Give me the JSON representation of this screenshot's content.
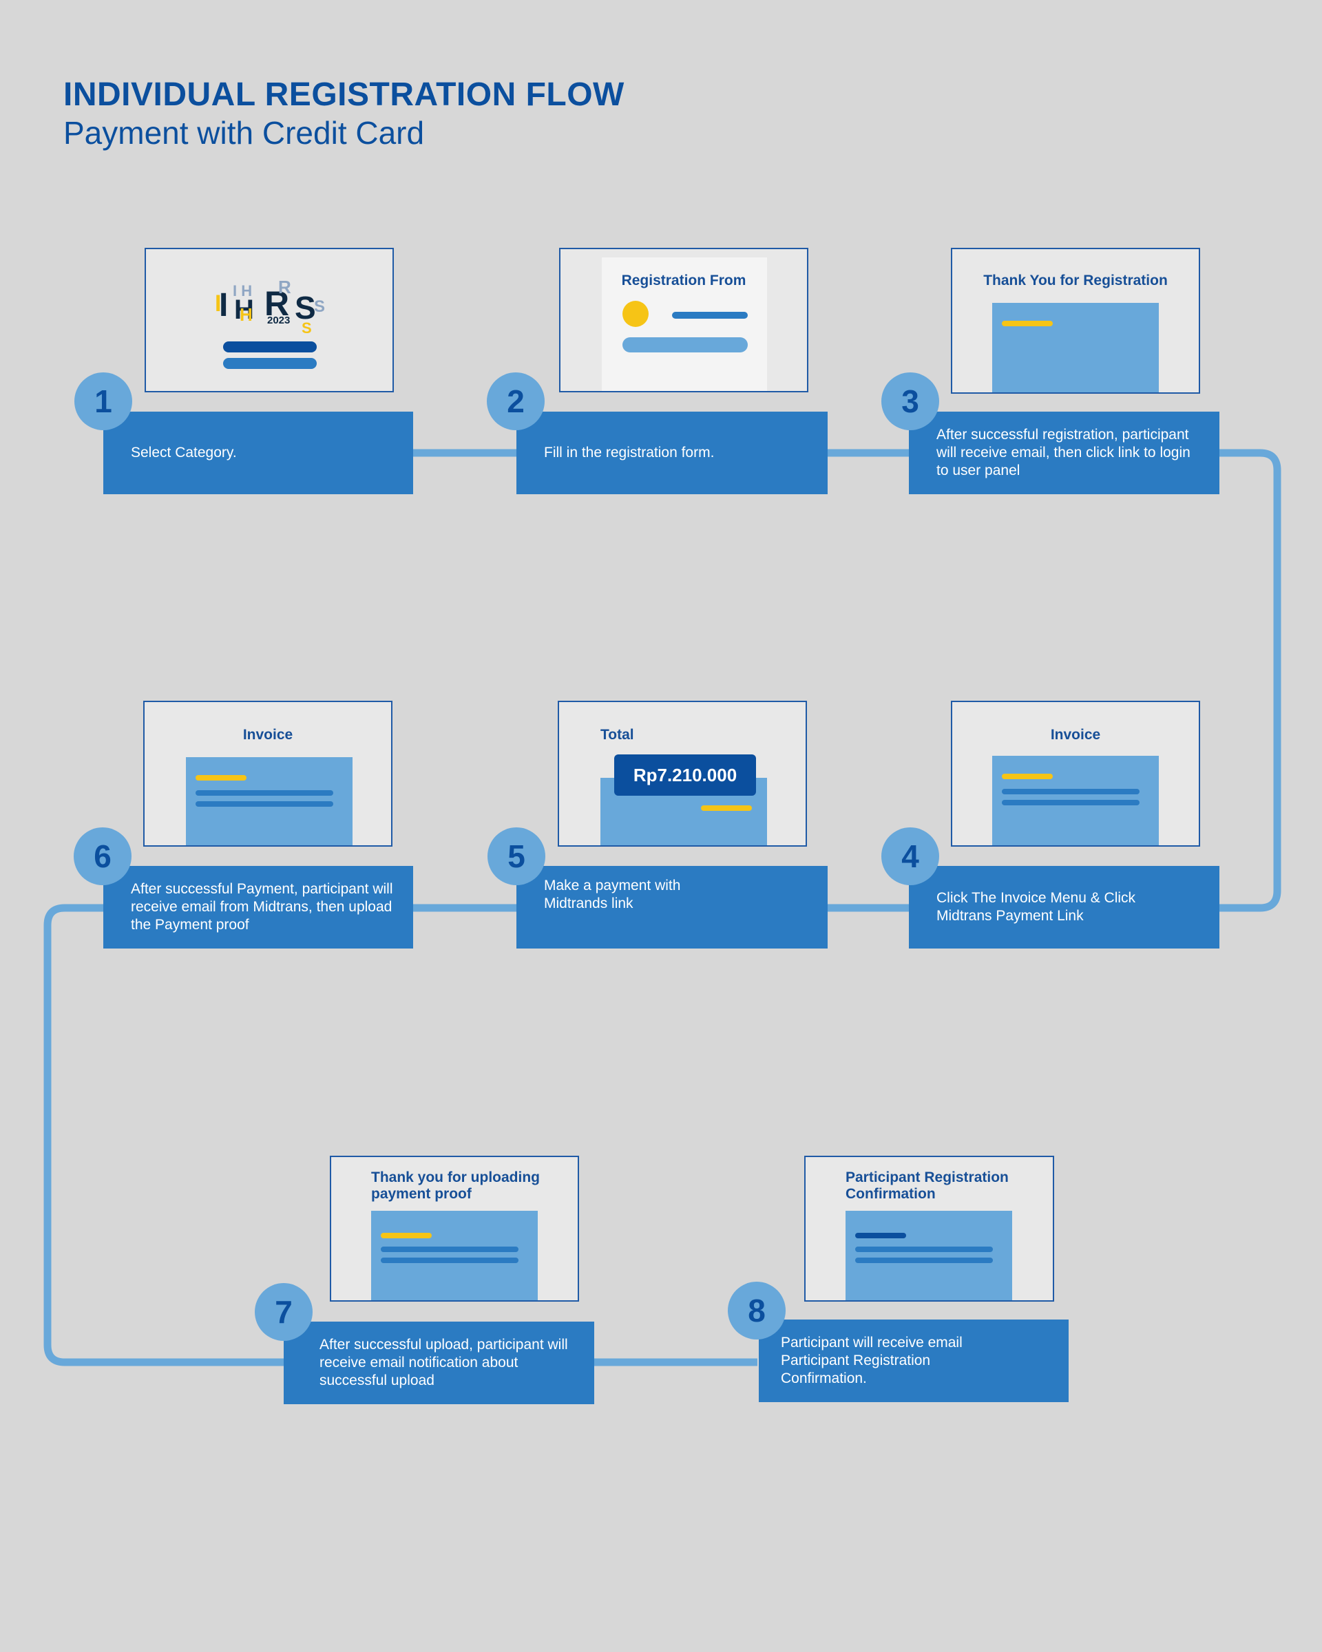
{
  "header": {
    "title": "INDIVIDUAL REGISTRATION FLOW",
    "subtitle": "Payment with Credit Card"
  },
  "colors": {
    "background": "#d7d7d7",
    "brand_blue": "#0b4f9e",
    "card_blue": "#2b7bc2",
    "light_blue": "#68a8da",
    "accent_yellow": "#f6c416"
  },
  "steps": [
    {
      "number": "1",
      "description": "Select Category.",
      "screen_title": ""
    },
    {
      "number": "2",
      "description": "Fill in the registration form.",
      "screen_title": "Registration From"
    },
    {
      "number": "3",
      "description": "After successful registration, participant will receive email, then click link to login to user panel",
      "screen_title": "Thank You for Registration"
    },
    {
      "number": "4",
      "description": "Click The Invoice Menu & Click Midtrans Payment Link",
      "screen_title": "Invoice"
    },
    {
      "number": "5",
      "description": "Make a payment with Midtrands link",
      "screen_title": "Total",
      "amount": "Rp7.210.000"
    },
    {
      "number": "6",
      "description": "After successful Payment, participant will receive email from Midtrans, then upload the Payment proof",
      "screen_title": "Invoice"
    },
    {
      "number": "7",
      "description": "After successful upload, participant will receive email notification about successful upload",
      "screen_title": "Thank you for uploading payment proof"
    },
    {
      "number": "8",
      "description": "Participant will receive email Participant Registration Confirmation.",
      "screen_title": "Participant Registration Confirmation"
    }
  ],
  "logo": {
    "letters": [
      "I",
      "H",
      "R",
      "S"
    ],
    "year": "2023"
  }
}
